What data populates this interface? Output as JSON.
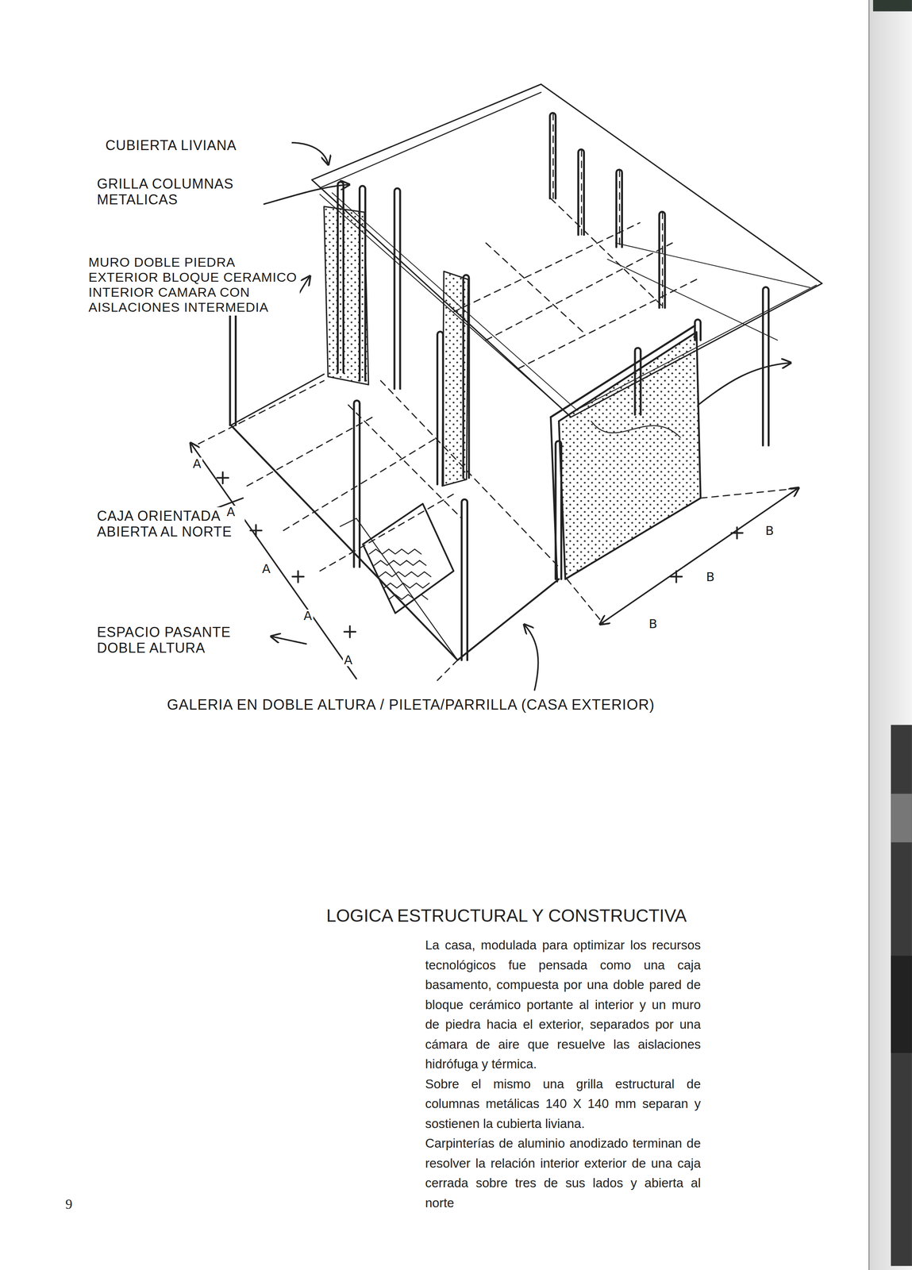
{
  "diagram": {
    "title": "LOGICA ESTRUCTURAL Y CONSTRUCTIVA",
    "labels": [
      "CUBIERTA LIVIANA",
      "GRILLA COLUMNAS METALICAS",
      "MURO DOBLE PIEDRA EXTERIOR BLOQUE CERAMICO INTERIOR CAMARA CON AISLACIONES INTERMEDIA",
      "CAJA ORIENTADA ABIERTA AL NORTE",
      "ESPACIO PASANTE DOBLE ALTURA",
      "A",
      "A",
      "A",
      "A",
      "A",
      "B",
      "B",
      "B",
      "GALERIA EN DOBLE ALTURA / PILETA/PARRILLA (CASA EXTERIOR)",
      "La casa, modulada para optimizar los recursos tecnológicos fue pensada como una caja basamento, compuesta por una doble pared de bloque cerámico portante al interior y un muro de piedra hacia el exterior, separados por una cámara de aire que resuelve las aislaciones hidrófuga y térmica.",
      "Sobre el mismo una grilla estructural de columnas metálicas 140 X 140 mm separan y sostienen la cubierta liviana.",
      "Carpinterías de aluminio anodizado terminan de resolver la relación interior exterior de una caja cerrada sobre tres de sus lados y abierta al norte",
      "9"
    ]
  }
}
